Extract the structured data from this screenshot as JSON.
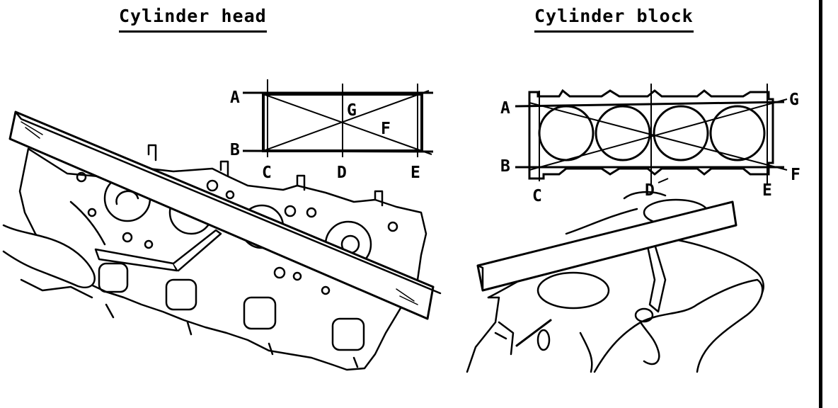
{
  "titles": {
    "head": "Cylinder head",
    "block": "Cylinder block"
  },
  "head_diagram": {
    "labels": {
      "A": "A",
      "B": "B",
      "C": "C",
      "D": "D",
      "E": "E",
      "F": "F",
      "G": "G"
    }
  },
  "block_diagram": {
    "labels": {
      "A": "A",
      "B": "B",
      "C": "C",
      "D": "D",
      "E": "E",
      "F": "F",
      "G": "G"
    }
  },
  "colors": {
    "ink": "#000000",
    "paper": "#ffffff"
  }
}
